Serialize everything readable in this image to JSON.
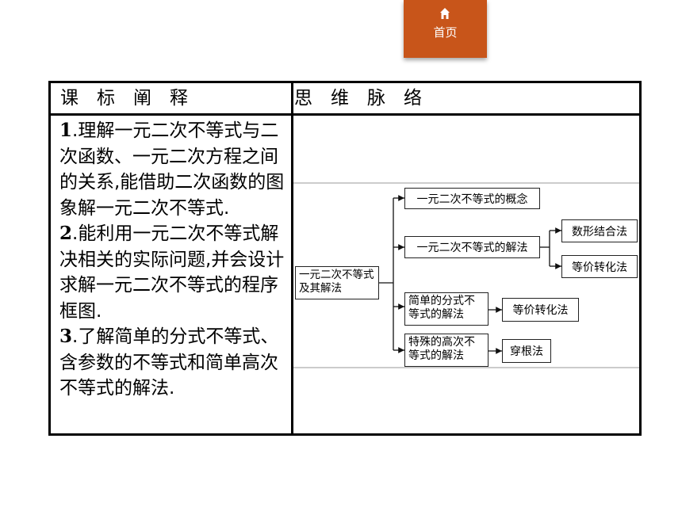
{
  "nav": {
    "home_label": "首页",
    "home_icon": "home-icon",
    "accent": "#c8551a"
  },
  "table": {
    "left_header": "课　标　阐　释",
    "right_header": "思　维　脉　络",
    "objectives": [
      {
        "num": "1",
        "text": ".理解一元二次不等式与二次函数、一元二次方程之间的关系,能借助二次函数的图象解一元二次不等式."
      },
      {
        "num": "2",
        "text": ".能利用一元二次不等式解决相关的实际问题,并会设计求解一元二次不等式的程序框图."
      },
      {
        "num": "3",
        "text": ".了解简单的分式不等式、含参数的不等式和简单高次不等式的解法."
      }
    ]
  },
  "diagram": {
    "root": "一元二次不等式及其解法",
    "concept": "一元二次不等式的概念",
    "method": "一元二次不等式的解法",
    "method_sub1": "数形结合法",
    "method_sub2": "等价转化法",
    "fraction": "简单的分式不等式的解法",
    "fraction_sub": "等价转化法",
    "high": "特殊的高次不等式的解法",
    "high_sub": "穿根法"
  }
}
